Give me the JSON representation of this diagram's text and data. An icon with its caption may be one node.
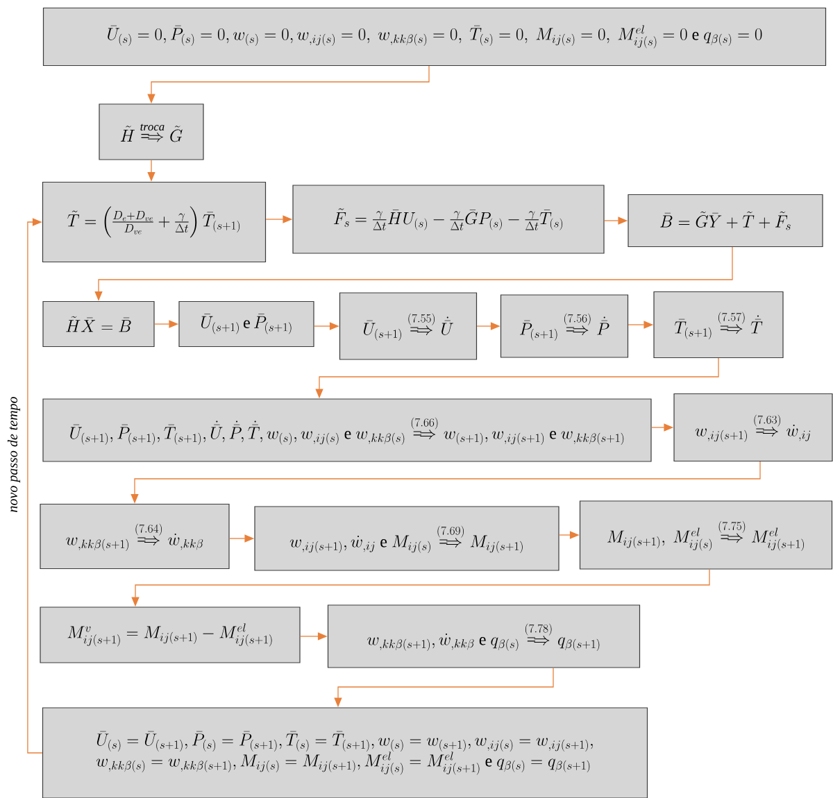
{
  "diagram": {
    "nodes": [
      {
        "text": [
          "\\bar{U}_{(s)}=0,\\bar{P}_{(s)}=0,w_{(s)}=0,w_{,ij(s)}=0,\\ w_{,kk\\beta(s)}=0,\\ \\bar{T}_{(s)}=0,\\ M_{ij(s)}=0,\\ M^{el}_{ij(s)}=0\\ \\mathrm{e}\\ q_{\\beta(s)}=0"
        ]
      },
      {
        "text": [
          "\\tilde{H}\\stackrel{\\mathit{troca}}{\\Longrightarrow}\\tilde{G}"
        ]
      },
      {
        "text": [
          "\\tilde{T}=\\left(\\frac{D_{e}+D_{ve}}{D_{ve}}+\\frac{\\gamma}{\\Delta t}\\right)\\bar{T}_{(s+1)}"
        ]
      },
      {
        "text": [
          "\\tilde{F}_{s}=\\frac{\\gamma}{\\Delta t}\\bar{H}U_{(s)}-\\frac{\\gamma}{\\Delta t}\\bar{G}P_{(s)}-\\frac{\\gamma}{\\Delta t}\\bar{T}_{(s)}"
        ]
      },
      {
        "text": [
          "\\bar{B}=\\tilde{G}\\bar{Y}+\\tilde{T}+\\tilde{F}_{s}"
        ]
      },
      {
        "text": [
          "\\tilde{H}\\bar{X}=\\bar{B}"
        ]
      },
      {
        "text": [
          "\\bar{U}_{(s+1)}\\,\\mathrm{e}\\,\\bar{P}_{(s+1)}"
        ]
      },
      {
        "text": [
          "\\bar{U}_{(s+1)}\\stackrel{(7.55)}{\\Longrightarrow}\\dot{\\bar{U}}"
        ]
      },
      {
        "text": [
          "\\bar{P}_{(s+1)}\\stackrel{(7.56)}{\\Longrightarrow}\\dot{\\bar{P}}"
        ]
      },
      {
        "text": [
          "\\bar{T}_{(s+1)}\\stackrel{(7.57)}{\\Longrightarrow}\\dot{\\bar{T}}"
        ]
      },
      {
        "text": [
          "\\bar{U}_{(s+1)},\\bar{P}_{(s+1)},\\bar{T}_{(s+1)},\\dot{\\bar{U}},\\dot{\\bar{P}},\\dot{\\bar{T}},w_{(s)},w_{,ij(s)}\\ \\mathrm{e}\\ w_{,kk\\beta(s)}\\stackrel{(7.66)}{\\Longrightarrow}w_{(s+1)},w_{,ij(s+1)}\\ \\mathrm{e}\\ w_{,kk\\beta(s+1)}"
        ]
      },
      {
        "text": [
          "w_{,ij(s+1)}\\stackrel{(7.63)}{\\Longrightarrow}\\dot{w}_{,ij}"
        ]
      },
      {
        "text": [
          "w_{,kk\\beta(s+1)}\\stackrel{(7.64)}{\\Longrightarrow}\\dot{w}_{,kk\\beta}"
        ]
      },
      {
        "text": [
          "w_{,ij(s+1)},\\dot{w}_{,ij}\\ \\mathrm{e}\\ M_{ij(s)}\\stackrel{(7.69)}{\\Longrightarrow}M_{ij(s+1)}"
        ]
      },
      {
        "text": [
          "M_{ij(s+1)},\\ M^{el}_{ij(s)}\\stackrel{(7.75)}{\\Longrightarrow}M^{el}_{ij(s+1)}"
        ]
      },
      {
        "text": [
          "M^{v}_{ij(s+1)}=M_{ij(s+1)}-M^{el}_{ij(s+1)}"
        ]
      },
      {
        "text": [
          "w_{,kk\\beta(s+1)},\\dot{w}_{,kk\\beta}\\ \\mathrm{e}\\ q_{\\beta(s)}\\stackrel{(7.78)}{\\Longrightarrow}q_{\\beta(s+1)}"
        ]
      },
      {
        "text": [
          "\\begin{array}{l}\\bar{U}_{(s)}=\\bar{U}_{(s+1)},\\bar{P}_{(s)}=\\bar{P}_{(s+1)},\\bar{T}_{(s)}=\\bar{T}_{(s+1)},w_{(s)}=w_{(s+1)},w_{,ij(s)}=w_{,ij(s+1)},\\\\ w_{,kk\\beta(s)}=w_{,kk\\beta(s+1)},M_{ij(s)}=M_{ij(s+1)},M^{el}_{ij(s)}=M^{el}_{ij(s+1)}\\ \\mathrm{e}\\ q_{\\beta(s)}=q_{\\beta(s+1)}\\end{array}"
        ]
      }
    ],
    "edges": [
      {
        "from": 0,
        "to": 1,
        "arrow": "to"
      },
      {
        "from": 1,
        "to": 2,
        "arrow": "to"
      },
      {
        "from": 2,
        "to": 3,
        "arrow": "to"
      },
      {
        "from": 3,
        "to": 4,
        "arrow": "to"
      },
      {
        "from": 4,
        "to": 5,
        "arrow": "to"
      },
      {
        "from": 5,
        "to": 6,
        "arrow": "to"
      },
      {
        "from": 6,
        "to": 7,
        "arrow": "to"
      },
      {
        "from": 7,
        "to": 8,
        "arrow": "to"
      },
      {
        "from": 8,
        "to": 9,
        "arrow": "to"
      },
      {
        "from": 9,
        "to": 10,
        "arrow": "to"
      },
      {
        "from": 10,
        "to": 11,
        "arrow": "to"
      },
      {
        "from": 11,
        "to": 12,
        "arrow": "to"
      },
      {
        "from": 12,
        "to": 13,
        "arrow": "to"
      },
      {
        "from": 13,
        "to": 14,
        "arrow": "to"
      },
      {
        "from": 14,
        "to": 15,
        "arrow": "to"
      },
      {
        "from": 15,
        "to": 16,
        "arrow": "to"
      },
      {
        "from": 16,
        "to": 17,
        "arrow": "to"
      },
      {
        "from": 17,
        "to": 2,
        "arrow": "to",
        "label": "novo passo de tempo"
      }
    ]
  }
}
